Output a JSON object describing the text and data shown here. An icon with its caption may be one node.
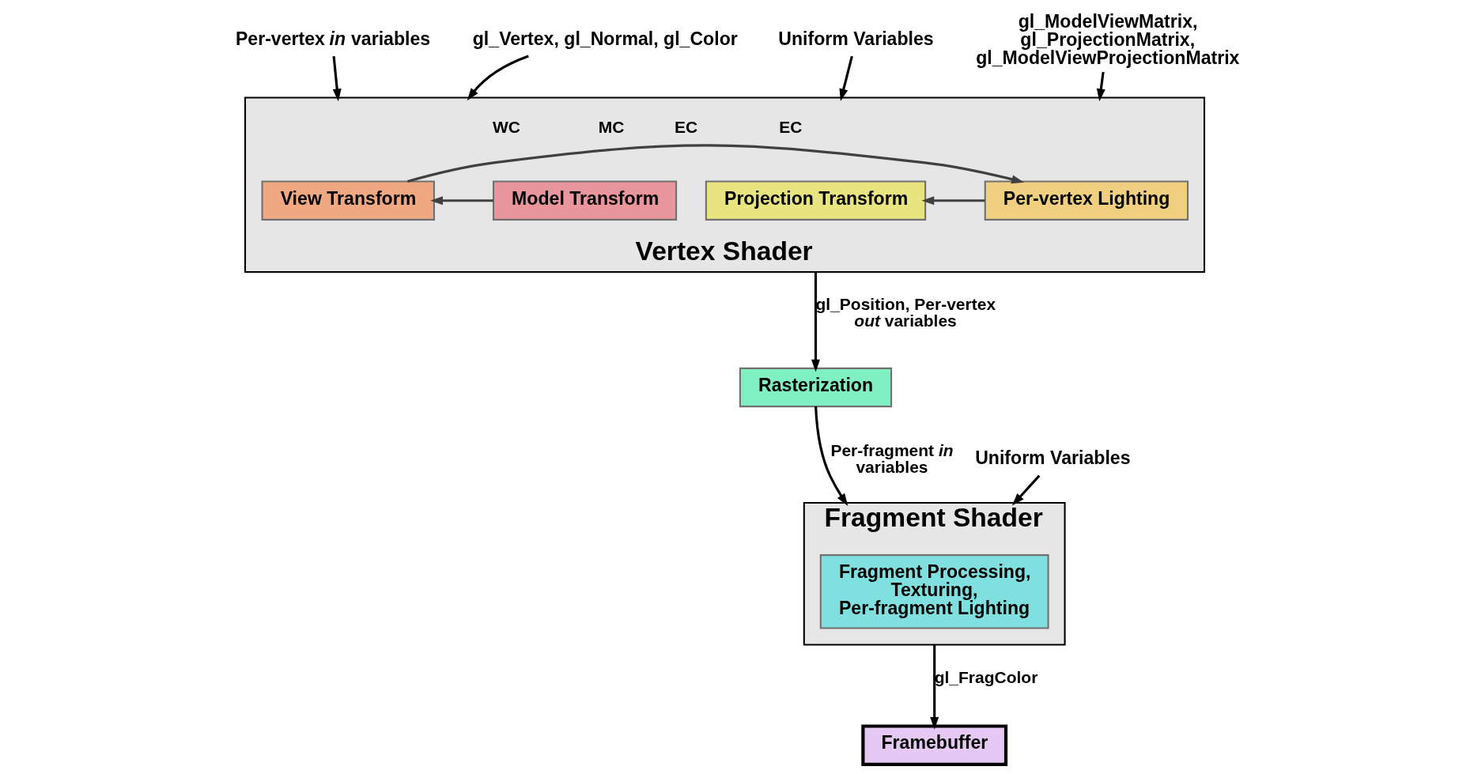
{
  "diagram": {
    "nodes": [
      {
        "text": [
          "Vertex Shader"
        ]
      },
      {
        "text": [
          "Model Transform"
        ],
        "in": 0
      },
      {
        "text": [
          "View Transform"
        ],
        "in": 0
      },
      {
        "text": [
          "Per-vertex Lighting"
        ],
        "in": 0
      },
      {
        "text": [
          "Projection Transform"
        ],
        "in": 0
      },
      {
        "text": [
          "Rasterization"
        ]
      },
      {
        "text": [
          "Fragment Shader"
        ]
      },
      {
        "text": [
          "Fragment Processing, Texturing, Per-fragment Lighting"
        ],
        "in": 6
      },
      {
        "text": [
          "Framebuffer"
        ]
      },
      {
        "text": [
          "gl_Vertex, gl_Normal, gl_Color"
        ]
      },
      {
        "text": [
          "Per-vertex *in* variables"
        ]
      },
      {
        "text": [
          "gl_ModelViewMatrix, gl_ProjectionMatrix, gl_ModelViewProjectionMatrix"
        ]
      },
      {
        "text": [
          "Uniform Variables"
        ]
      },
      {
        "text": [
          "Uniform Variables"
        ]
      }
    ],
    "edges": [
      {
        "from": 9,
        "to": 0,
        "arrow": "to"
      },
      {
        "from": 10,
        "to": 0,
        "arrow": "to"
      },
      {
        "from": 11,
        "to": 0,
        "arrow": "to"
      },
      {
        "from": 12,
        "to": 0,
        "arrow": "to"
      },
      {
        "from": 1,
        "to": 2,
        "arrow": "to",
        "color": "#404040"
      },
      {
        "from": 2,
        "to": 3,
        "arrow": "to",
        "color": "#404040"
      },
      {
        "from": 3,
        "to": 4,
        "arrow": "to",
        "color": "#404040"
      },
      {
        "from": 0,
        "to": 5,
        "arrow": "to",
        "label": "gl_Position, Per-vertex *out* variables"
      },
      {
        "from": 5,
        "to": 6,
        "arrow": "to",
        "label": "Per-fragment *in* variables"
      },
      {
        "from": 13,
        "to": 6,
        "arrow": "to"
      },
      {
        "from": 6,
        "to": 8,
        "arrow": "to",
        "label": "gl_FragColor"
      }
    ],
    "labels": [
      "MC",
      "WC",
      "EC",
      "EC"
    ]
  }
}
